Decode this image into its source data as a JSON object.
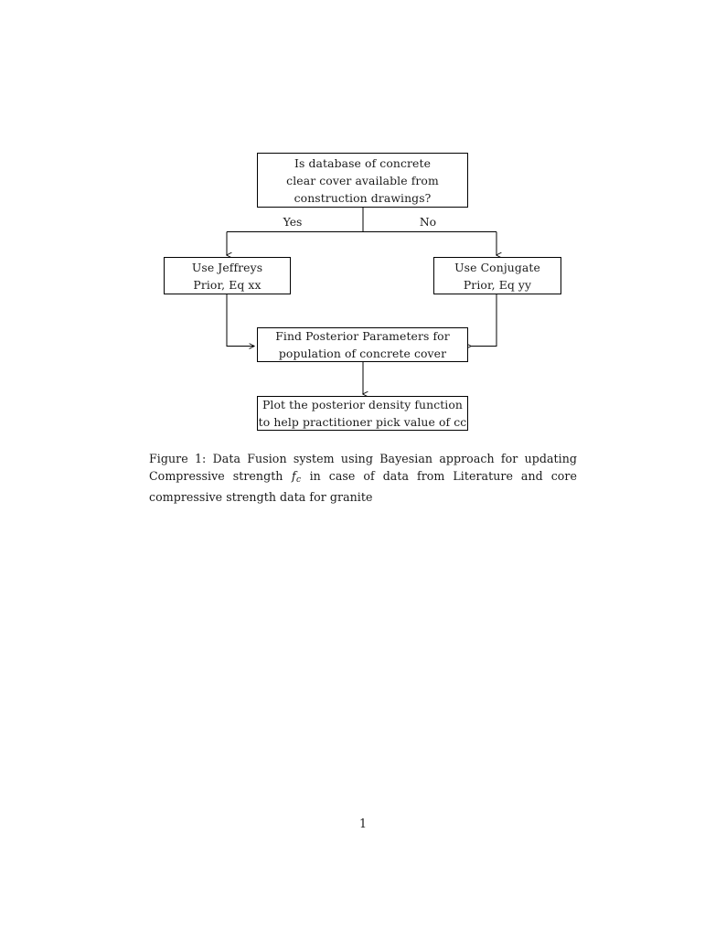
{
  "document": {
    "page_number": "1",
    "background_color": "#ffffff",
    "text_color": "#1a1a1a",
    "line_color": "#000000"
  },
  "figure": {
    "type": "flowchart",
    "nodes": [
      {
        "id": "question",
        "shape": "rectangle",
        "lines": [
          "Is database of concrete",
          "clear cover available from",
          "construction drawings?"
        ]
      },
      {
        "id": "jeffreys",
        "shape": "rectangle",
        "lines": [
          "Use Jeffreys",
          "Prior, Eq xx"
        ]
      },
      {
        "id": "conjugate",
        "shape": "rectangle",
        "lines": [
          "Use Conjugate",
          "Prior, Eq yy"
        ]
      },
      {
        "id": "posterior",
        "shape": "rectangle",
        "lines": [
          "Find Posterior Parameters for",
          "population of concrete cover"
        ]
      },
      {
        "id": "plot",
        "shape": "rectangle",
        "lines": [
          "Plot the posterior density function",
          "to help practitioner pick value of cc"
        ]
      }
    ],
    "edge_labels": {
      "yes": "Yes",
      "no": "No"
    },
    "edges": [
      {
        "from": "question",
        "to": "jeffreys",
        "label": "Yes",
        "style": "elbow-arrow"
      },
      {
        "from": "question",
        "to": "conjugate",
        "label": "No",
        "style": "elbow-arrow"
      },
      {
        "from": "jeffreys",
        "to": "posterior",
        "label": "",
        "style": "elbow-arrow"
      },
      {
        "from": "conjugate",
        "to": "posterior",
        "label": "",
        "style": "elbow-arrow"
      },
      {
        "from": "posterior",
        "to": "plot",
        "label": "",
        "style": "straight-arrow"
      }
    ]
  },
  "caption": {
    "label": "Figure 1:",
    "text_before_var": "Data Fusion system using Bayesian approach for updating Compressive strength",
    "variable_base": "f",
    "variable_sub": "c",
    "text_after_var": "in case of data from Literature and core compressive strength data for granite"
  }
}
